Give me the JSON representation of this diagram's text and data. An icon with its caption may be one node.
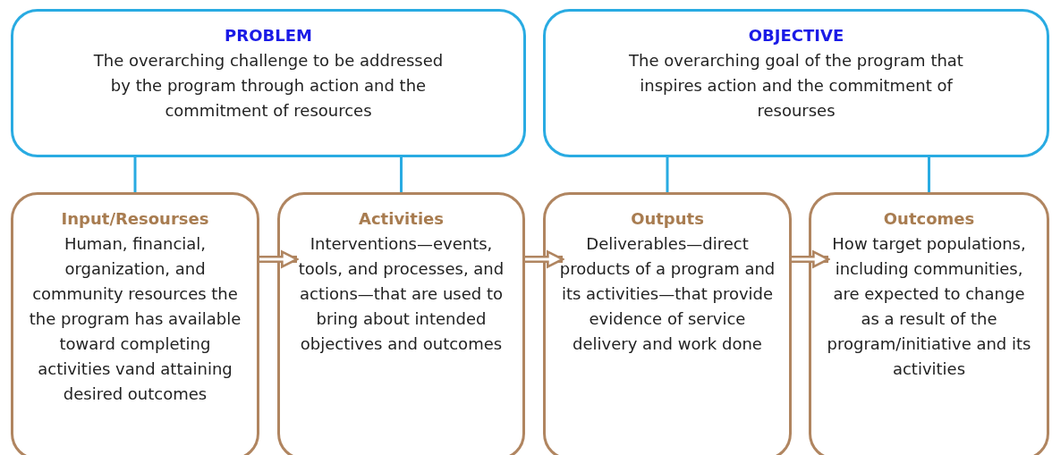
{
  "diagram": {
    "nodes": [
      {
        "text": [
          "PROBLEM",
          "The overarching challenge to be addressed by the program through action and the commitment of resources"
        ]
      },
      {
        "text": [
          "OBJECTIVE",
          "The overarching goal of the program that inspires action and the commitment of resourses"
        ]
      },
      {
        "text": [
          "Input/Resourses",
          "Human, financial, organization, and community resources the the program has available toward completing activities vand attaining desired outcomes"
        ]
      },
      {
        "text": [
          "Activities",
          "Interventions—events, tools, and processes, and actions—that are used to bring about intended objectives and outcomes"
        ]
      },
      {
        "text": [
          "Outputs",
          "Deliverables—direct products of a program and its activities—that provide evidence of service delivery and work done"
        ]
      },
      {
        "text": [
          "Outcomes",
          "How target populations, including communities, are expected to change as a result of the program/initiative and its activities"
        ]
      }
    ],
    "edges": [
      {
        "from": 0,
        "to": 2,
        "arrow": "none",
        "color": "#29abe2"
      },
      {
        "from": 0,
        "to": 3,
        "arrow": "none",
        "color": "#29abe2"
      },
      {
        "from": 1,
        "to": 4,
        "arrow": "none",
        "color": "#29abe2"
      },
      {
        "from": 1,
        "to": 5,
        "arrow": "none",
        "color": "#29abe2"
      },
      {
        "from": 2,
        "to": 3,
        "arrow": "to",
        "style": "thick",
        "color": "#b08560"
      },
      {
        "from": 3,
        "to": 4,
        "arrow": "to",
        "style": "thick",
        "color": "#b08560"
      },
      {
        "from": 4,
        "to": 5,
        "arrow": "to",
        "style": "thick",
        "color": "#b08560"
      }
    ]
  }
}
